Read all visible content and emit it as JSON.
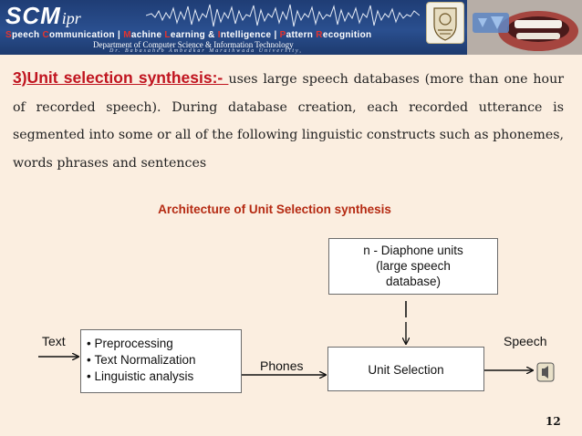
{
  "banner": {
    "logo_main": "SCM",
    "logo_sub": "ipr",
    "groups": [
      {
        "initial": "S",
        "rest": "peech "
      },
      {
        "initial": "C",
        "rest": "ommunication"
      },
      {
        "sep": " | "
      },
      {
        "initial": "M",
        "rest": "achine "
      },
      {
        "initial": "L",
        "rest": "earning & "
      },
      {
        "initial": "I",
        "rest": "ntelligence"
      },
      {
        "sep": " | "
      },
      {
        "initial": "P",
        "rest": "attern "
      },
      {
        "initial": "R",
        "rest": "ecognition"
      }
    ],
    "department": "Department of Computer Science & Information Technology",
    "university": "Dr. Babasaheb Ambedkar Marathwada University,"
  },
  "content": {
    "heading": "3)Unit selection synthesis:- ",
    "paragraph": "uses large speech databases (more than one hour of recorded speech). During database creation, each recorded utterance is segmented into some or all of the following linguistic constructs such as phonemes, words phrases and sentences"
  },
  "diagram": {
    "title": "Architecture of Unit Selection synthesis",
    "database_box": {
      "lines": [
        "n - Diaphone units",
        "(large speech",
        "database)"
      ]
    },
    "preprocess_box": {
      "items": [
        "Preprocessing",
        "Text Normalization",
        "Linguistic analysis"
      ]
    },
    "unit_selection_box": {
      "label": "Unit Selection"
    },
    "labels": {
      "input": "Text",
      "middle": "Phones",
      "output": "Speech"
    }
  },
  "page_number": "12",
  "colors": {
    "heading": "#c0141f",
    "diagram_title": "#b52a12",
    "banner": "#1f3d75",
    "background": "#fbeee0"
  }
}
